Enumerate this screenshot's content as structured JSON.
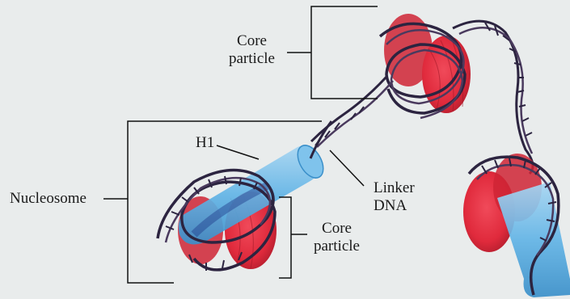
{
  "labels": {
    "core_particle_top": {
      "line1": "Core",
      "line2": "particle"
    },
    "h1": "H1",
    "nucleosome": "Nucleosome",
    "linker_dna": {
      "line1": "Linker",
      "line2": "DNA"
    },
    "core_particle_bottom": {
      "line1": "Core",
      "line2": "particle"
    }
  },
  "colors": {
    "background": "#e9ecec",
    "histone_core": "#e02a3c",
    "histone_h1": "#62b4e6",
    "dna": "#2c2440",
    "bracket": "#111111"
  }
}
